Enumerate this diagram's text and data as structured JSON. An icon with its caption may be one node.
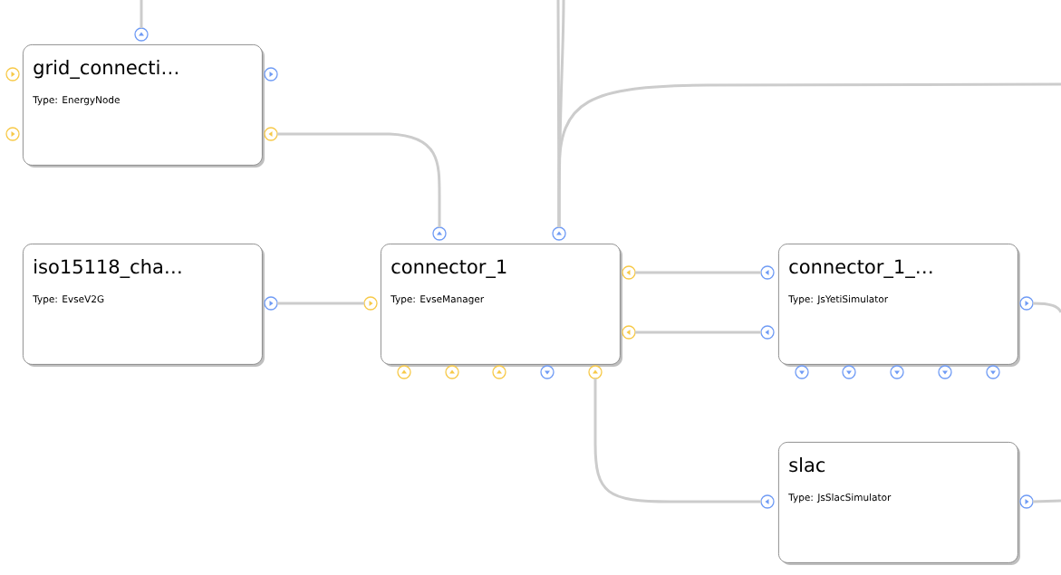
{
  "diagram": {
    "nodes": [
      {
        "text": [
          "grid_connecti…",
          "Type: EnergyNode"
        ]
      },
      {
        "text": [
          "iso15118_cha…",
          "Type: EvseV2G"
        ]
      },
      {
        "text": [
          "connector_1",
          "Type: EvseManager"
        ]
      },
      {
        "text": [
          "connector_1_…",
          "Type: JsYetiSimulator"
        ]
      },
      {
        "text": [
          "slac",
          "Type: JsSlacSimulator"
        ]
      }
    ],
    "edges": [
      {
        "from": null,
        "to": 0,
        "arrow": "none"
      },
      {
        "from": 0,
        "to": 2,
        "arrow": "none"
      },
      {
        "from": 1,
        "to": 2,
        "arrow": "none"
      },
      {
        "from": 2,
        "to": 3,
        "arrow": "none"
      },
      {
        "from": 2,
        "to": 3,
        "arrow": "none"
      },
      {
        "from": 2,
        "to": 4,
        "arrow": "none"
      },
      {
        "from": null,
        "to": 2,
        "arrow": "none"
      },
      {
        "from": null,
        "to": 2,
        "arrow": "none"
      },
      {
        "from": null,
        "to": 2,
        "arrow": "none"
      },
      {
        "from": null,
        "to": 3,
        "arrow": "none"
      },
      {
        "from": null,
        "to": 4,
        "arrow": "none"
      }
    ]
  }
}
